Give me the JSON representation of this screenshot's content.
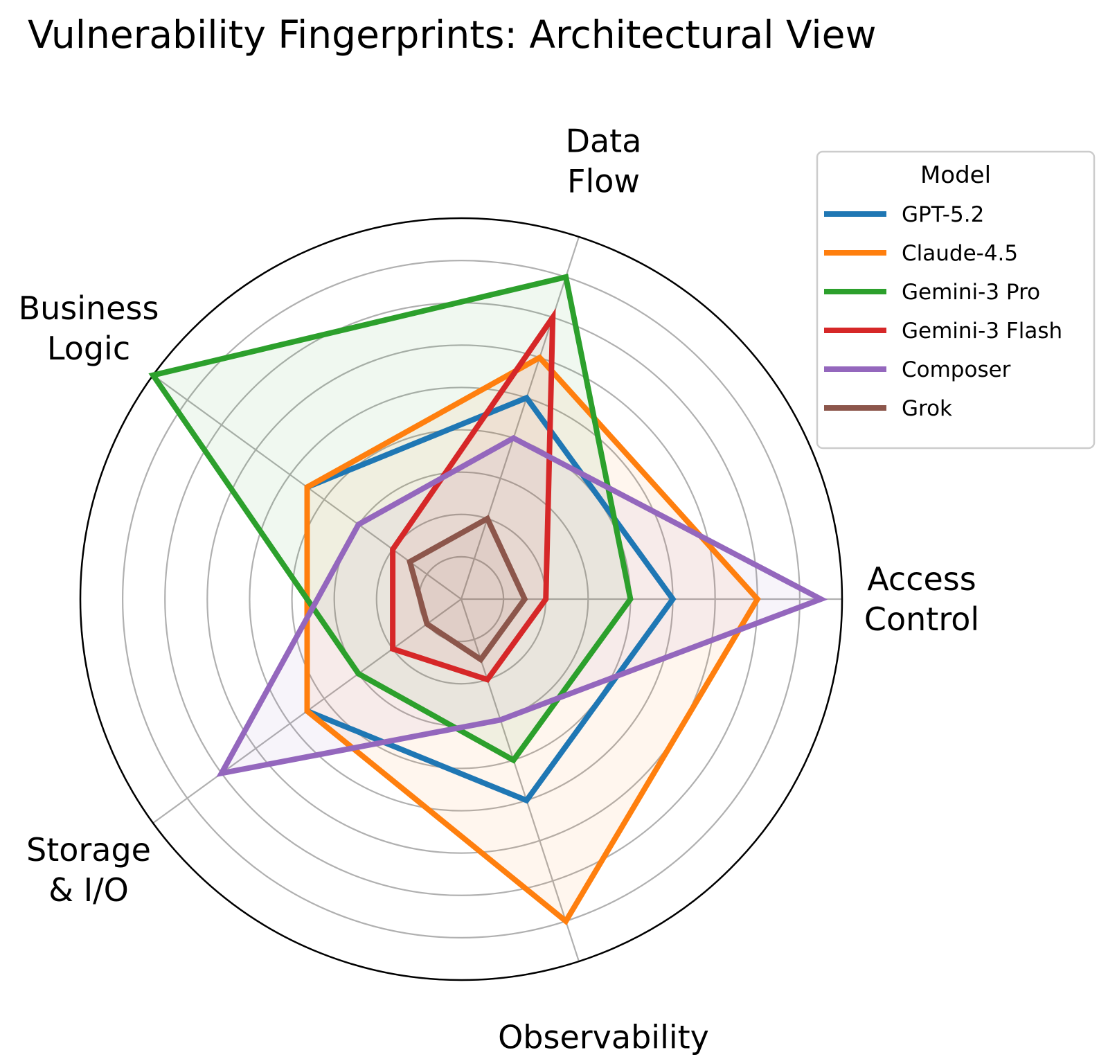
{
  "chart_data": {
    "type": "radar",
    "title": "Vulnerability Fingerprints: Architectural View",
    "axes": [
      [
        "Access",
        "Control"
      ],
      [
        "Data",
        "Flow"
      ],
      [
        "Business",
        "Logic"
      ],
      [
        "Storage",
        "& I/O"
      ],
      [
        "Observability"
      ]
    ],
    "rmax": 9,
    "grid_rings": 9,
    "legend": {
      "title": "Model",
      "position": "top-right"
    },
    "series": [
      {
        "name": "GPT-5.2",
        "color": "#1f77b4",
        "values": [
          5.0,
          5.0,
          4.5,
          4.5,
          5.0
        ],
        "fill": false
      },
      {
        "name": "Claude-4.5",
        "color": "#ff7f0e",
        "values": [
          7.0,
          6.0,
          4.5,
          4.5,
          8.0
        ],
        "fill": true
      },
      {
        "name": "Gemini-3 Pro",
        "color": "#2ca02c",
        "values": [
          4.0,
          8.0,
          9.0,
          3.0,
          4.0
        ],
        "fill": true
      },
      {
        "name": "Gemini-3 Flash",
        "color": "#d62728",
        "values": [
          2.0,
          7.0,
          2.0,
          2.0,
          2.0
        ],
        "fill": true
      },
      {
        "name": "Composer",
        "color": "#9467bd",
        "values": [
          8.5,
          4.0,
          3.0,
          7.0,
          3.0
        ],
        "fill": true
      },
      {
        "name": "Grok",
        "color": "#8c564b",
        "values": [
          1.5,
          2.0,
          1.5,
          1.0,
          1.5
        ],
        "fill": true
      }
    ]
  }
}
